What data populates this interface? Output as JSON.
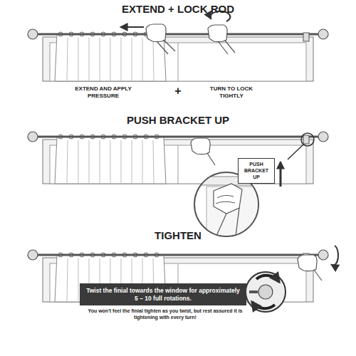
{
  "diagram": {
    "nodes": [
      {
        "text": [
          "PUSH BRACKET UP"
        ]
      },
      {
        "text": [
          "Twist the finial towards the window for approximately 5 – 10 full rotations."
        ]
      }
    ],
    "labels": [
      "EXTEND + LOCK ROD",
      "EXTEND AND APPLY PRESSURE",
      "+",
      "TURN TO LOCK TIGHTLY",
      "PUSH BRACKET UP",
      "TIGHTEN",
      "You won't feel the finial tighten as you twist, but rest assured it is tightening with every turn!"
    ]
  }
}
